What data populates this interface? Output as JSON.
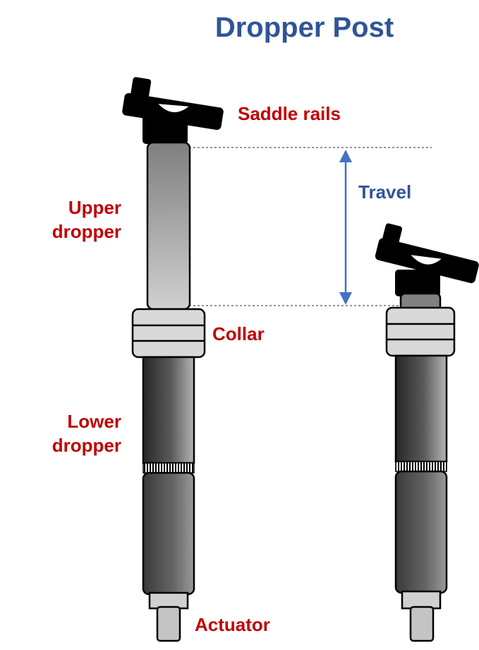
{
  "title": "Dropper Post",
  "labels": {
    "saddle_rails": "Saddle rails",
    "upper_dropper_1": "Upper",
    "upper_dropper_2": "dropper",
    "collar": "Collar",
    "lower_dropper_1": "Lower",
    "lower_dropper_2": "dropper",
    "actuator": "Actuator",
    "travel": "Travel"
  },
  "colors": {
    "title": "#2f5597",
    "label": "#c00000",
    "travel_arrow": "#4472c4",
    "outline": "#000000",
    "collar": "#d9d9d9",
    "saddle_clamp": "#000000"
  }
}
